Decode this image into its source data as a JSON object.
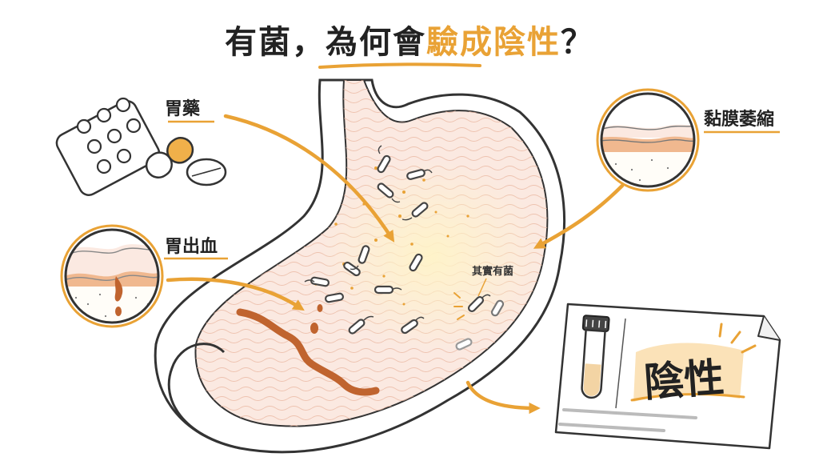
{
  "title": {
    "before": "有菌，為何會",
    "highlight": "驗成陰性",
    "after": "？"
  },
  "labels": {
    "medication": "胃藥",
    "bleeding": "胃出血",
    "atrophy": "黏膜萎縮",
    "has_bacteria": "其實有菌",
    "negative": "陰性"
  },
  "colors": {
    "accent": "#e9a235",
    "text": "#222222",
    "stomach_fill": "#fbe9e1",
    "blood": "#c0642f",
    "outline": "#333333"
  }
}
